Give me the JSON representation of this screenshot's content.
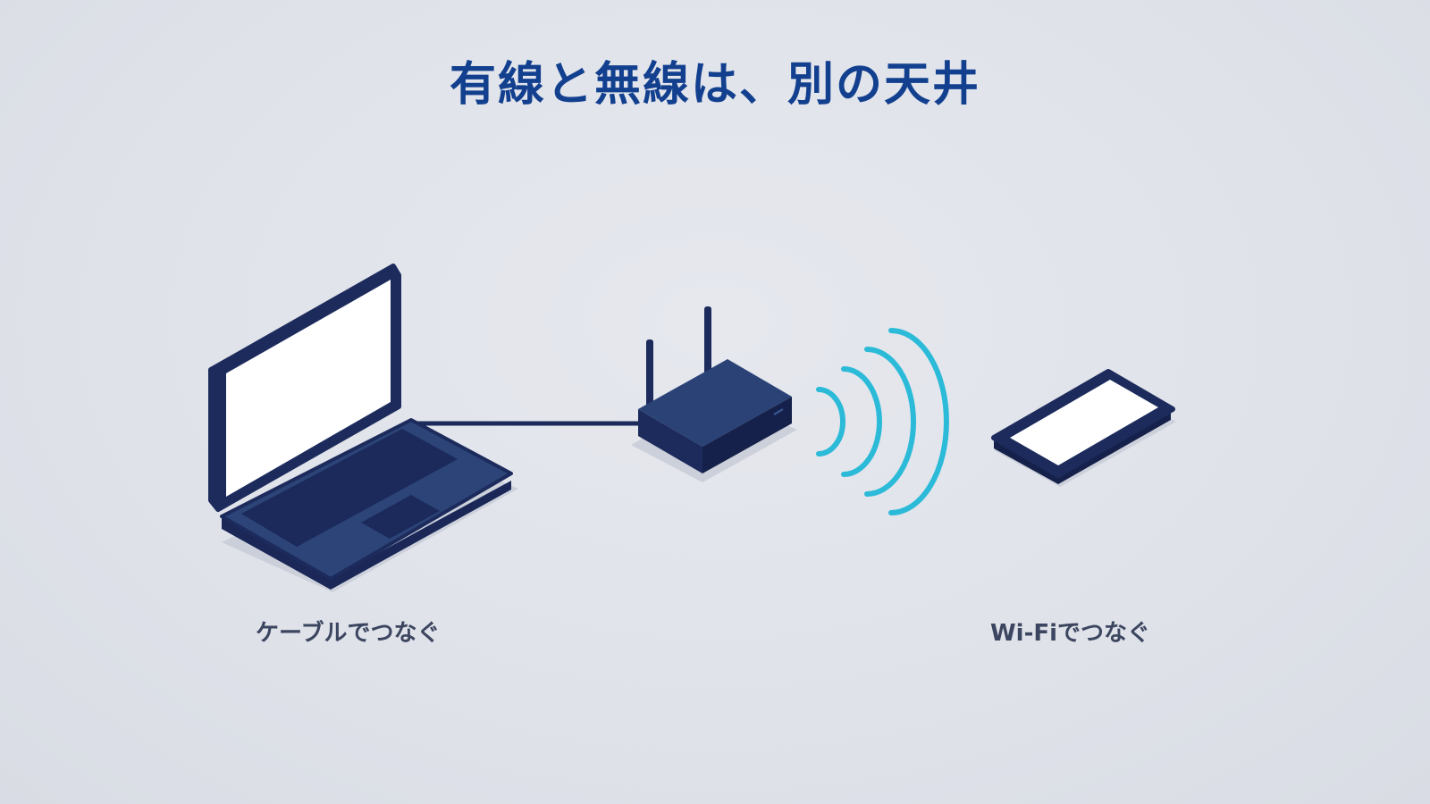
{
  "title": "有線と無線は、別の天井",
  "labels": {
    "wired": "ケーブルでつなぐ",
    "wireless": "Wi-Fiでつなぐ"
  },
  "icons": {
    "laptop": "laptop-icon",
    "router": "router-icon",
    "smartphone": "smartphone-icon",
    "wifi_waves": "wifi-signal-icon"
  },
  "colors": {
    "background": "#dfe2e9",
    "title": "#12408f",
    "device_dark": "#1c2b5c",
    "device_mid": "#2b4276",
    "screen": "#ffffff",
    "wifi": "#2bbad8",
    "label": "#3d4660"
  }
}
